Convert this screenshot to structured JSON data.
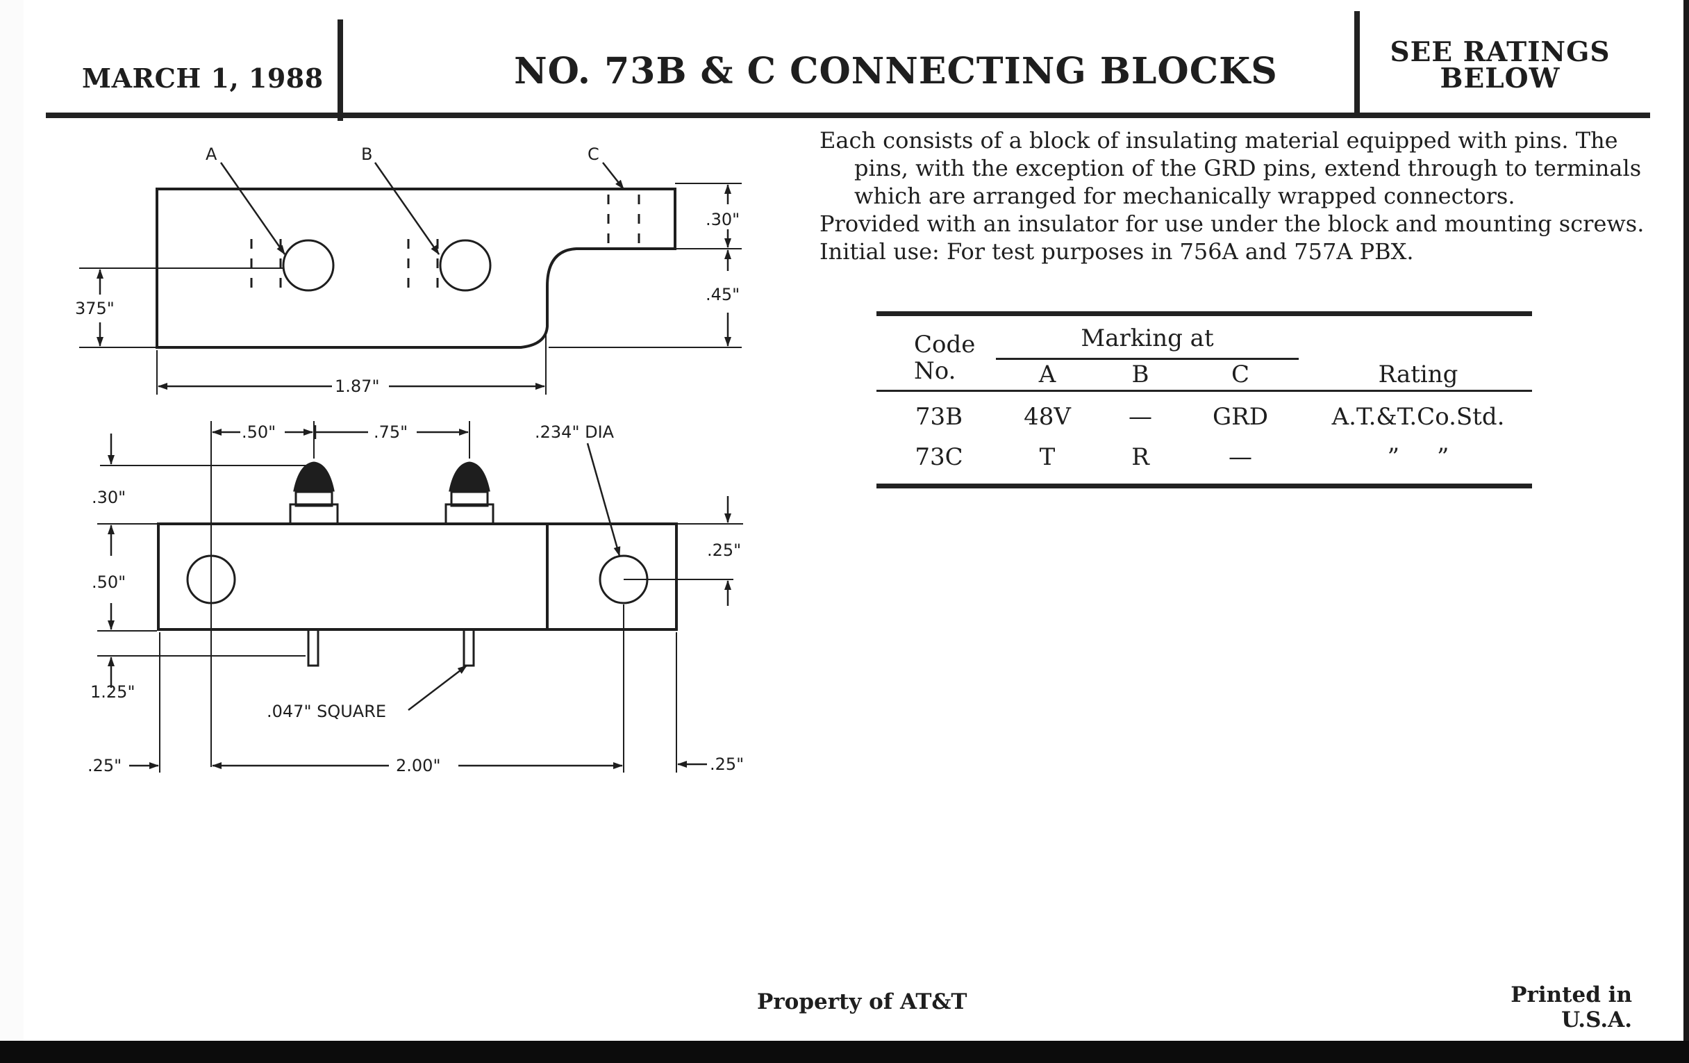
{
  "header": {
    "date": "MARCH 1, 1988",
    "title": "NO. 73B & C CONNECTING BLOCKS",
    "rating_line1": "SEE RATINGS",
    "rating_line2": "BELOW"
  },
  "description": [
    "Each consists of a block of insulating material equipped with pins. The pins, with the exception of the GRD pins, extend through to terminals which are arranged for mechanically wrapped connectors.",
    "Provided with an insulator for use under the block and mounting screws.",
    "Initial use: For test purposes in 756A and 757A PBX."
  ],
  "table": {
    "code_header_line1": "Code",
    "code_header_line2": "No.",
    "marking_header": "Marking at",
    "col_a": "A",
    "col_b": "B",
    "col_c": "C",
    "rating_header": "Rating",
    "rows": [
      {
        "code": "73B",
        "a": "48V",
        "b": "—",
        "c": "GRD",
        "rating": "A.T.&T.Co.Std."
      },
      {
        "code": "73C",
        "a": "T",
        "b": "R",
        "c": "—",
        "rating": "”     ”"
      }
    ]
  },
  "drawing": {
    "labels": {
      "a": "A",
      "b": "B",
      "c": "C",
      "dim_375": "375\"",
      "dim_30_top": ".30\"",
      "dim_45": ".45\"",
      "dim_187": "1.87\"",
      "dim_50_h": ".50\"",
      "dim_75_h": ".75\"",
      "dia": ".234\"  DIA",
      "dim_30_left": ".30\"",
      "dim_50_left": ".50\"",
      "dim_125": "1.25\"",
      "dim_25_right": ".25\"",
      "square": ".047\"  SQUARE",
      "dim_25_left": ".25\"",
      "dim_200": "2.00\"",
      "dim_25_bottom": ".25\""
    }
  },
  "footer": {
    "property": "Property of AT&T",
    "printed": "Printed in U.S.A."
  }
}
